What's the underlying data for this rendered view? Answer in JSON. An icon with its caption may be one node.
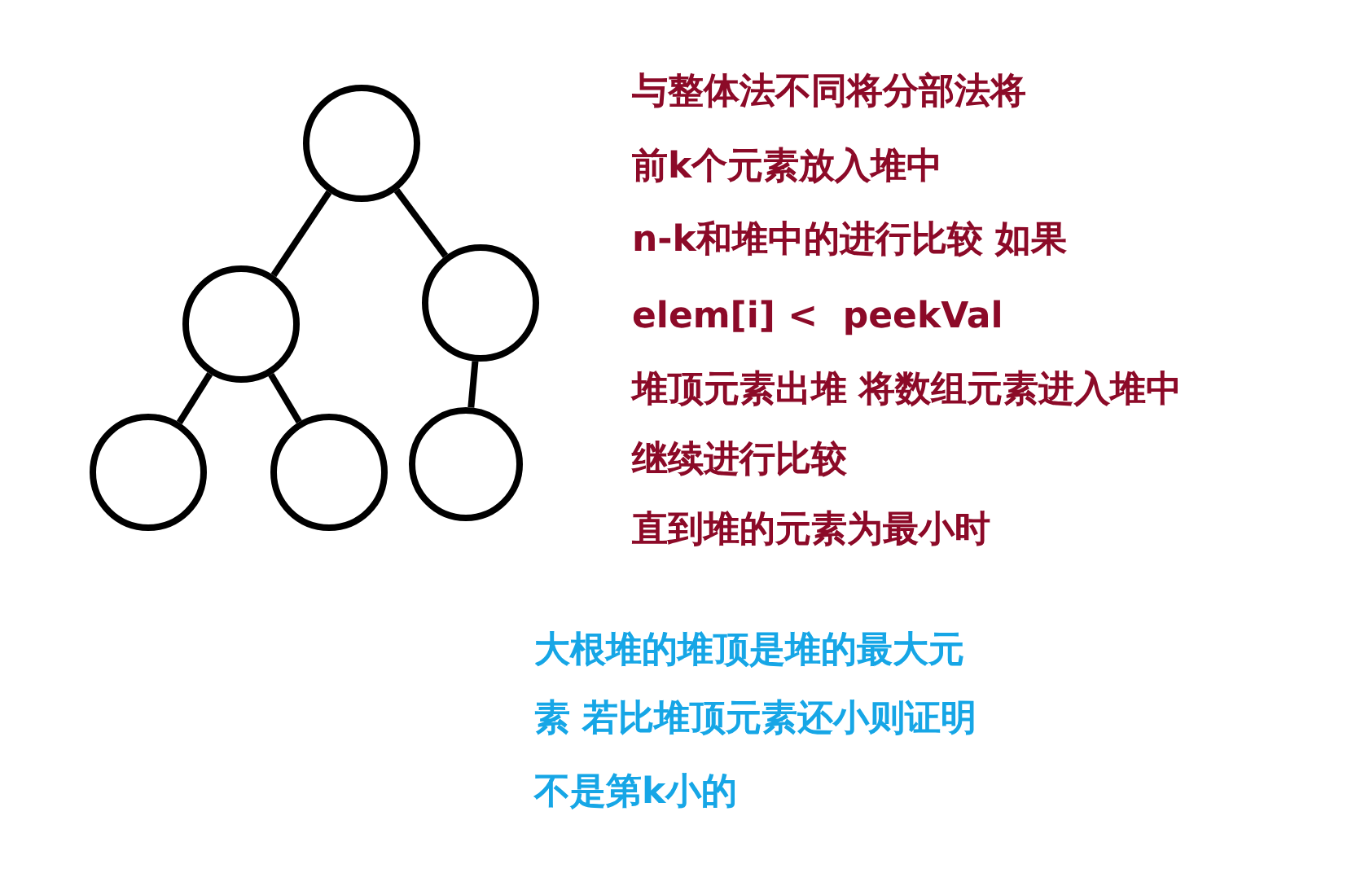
{
  "diagram": {
    "nodes": [
      {
        "text": [],
        "shape": "circle"
      },
      {
        "text": [],
        "shape": "circle"
      },
      {
        "text": [],
        "shape": "circle"
      },
      {
        "text": [],
        "shape": "circle"
      },
      {
        "text": [],
        "shape": "circle"
      },
      {
        "text": [],
        "shape": "circle"
      }
    ],
    "edges": [
      {
        "from": 0,
        "to": 1,
        "arrow": "none"
      },
      {
        "from": 0,
        "to": 2,
        "arrow": "none"
      },
      {
        "from": 1,
        "to": 3,
        "arrow": "none"
      },
      {
        "from": 1,
        "to": 4,
        "arrow": "none"
      },
      {
        "from": 2,
        "to": 5,
        "arrow": "none"
      }
    ],
    "labels": [
      "与整体法不同将分部法将",
      "前k个元素放入堆中",
      "n-k和堆中的进行比较 如果",
      "elem[i] <  peekVal",
      "堆顶元素出堆 将数组元素进入堆中",
      "继续进行比较",
      "直到堆的元素为最小时",
      "大根堆的堆顶是堆的最大元",
      "素 若比堆顶元素还小则证明",
      "不是第k小的"
    ]
  }
}
